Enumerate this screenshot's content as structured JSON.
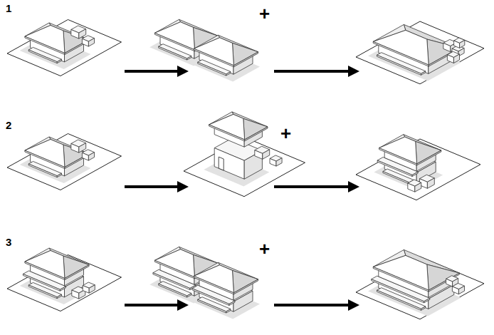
{
  "diagram": {
    "labels": [
      "1",
      "+",
      "2",
      "+",
      "3",
      "+"
    ]
  }
}
